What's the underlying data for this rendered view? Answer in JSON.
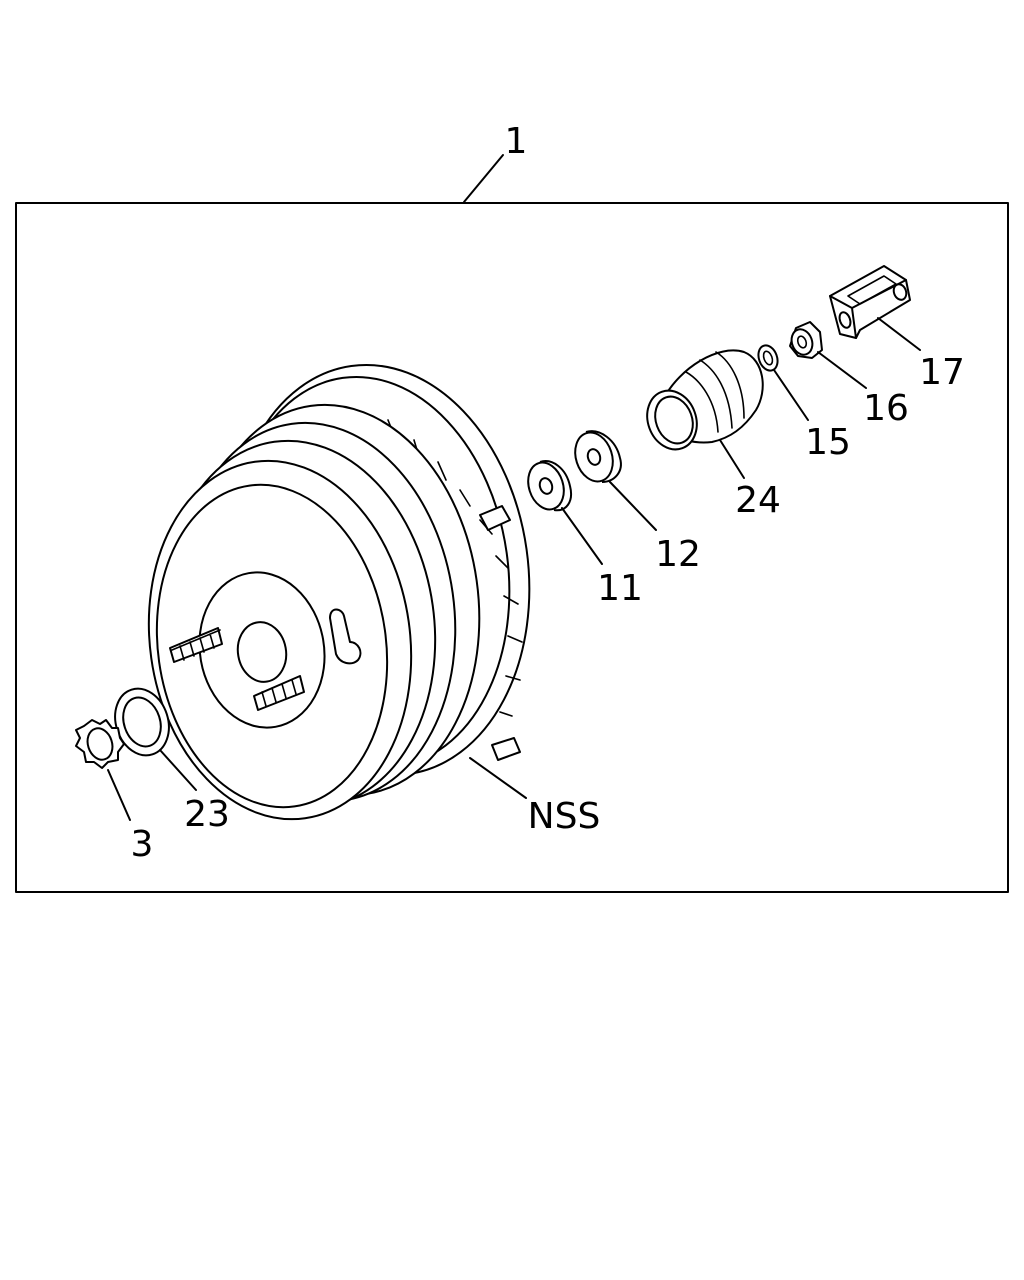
{
  "diagram": {
    "callouts": {
      "assembly": "1",
      "lock_washer": "3",
      "seal": "23",
      "booster_body": "NSS",
      "spacer_a": "11",
      "spacer_b": "12",
      "boot": "24",
      "washer": "15",
      "nut": "16",
      "clevis": "17"
    },
    "icons": [
      "brake-booster-icon",
      "clevis-icon",
      "nut-icon",
      "washer-icon",
      "boot-icon",
      "spacer-icon",
      "seal-icon",
      "lock-washer-icon"
    ],
    "colors": {
      "line": "#000000",
      "background": "#ffffff"
    }
  }
}
